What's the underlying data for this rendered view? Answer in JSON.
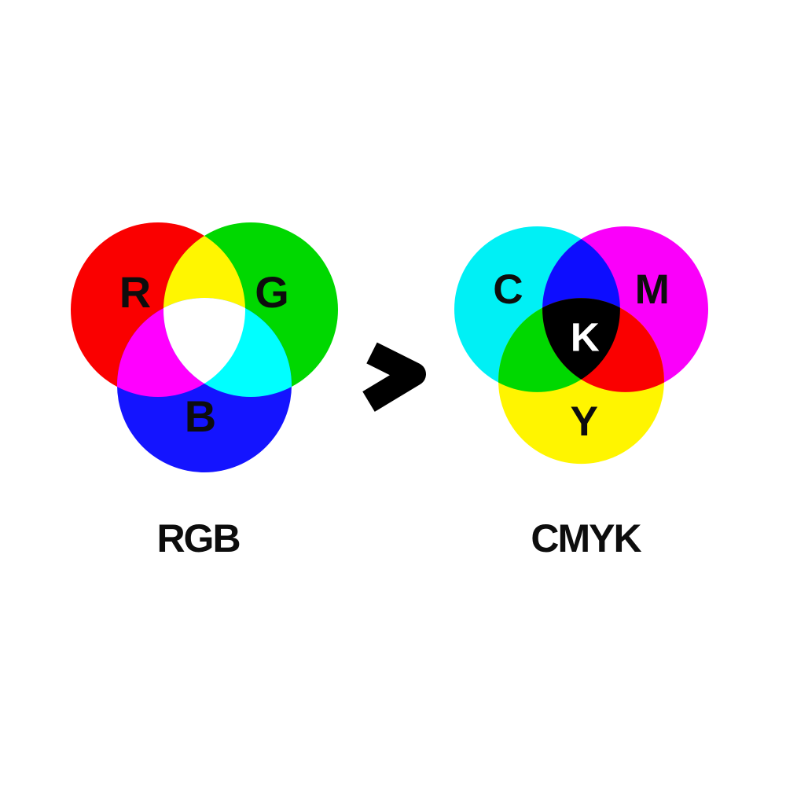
{
  "page": {
    "background_color": "#FFFFFF"
  },
  "comparison_operator": {
    "symbol": ">",
    "color": "#000000"
  },
  "rgb": {
    "label": "RGB",
    "letter_color": "#0D0D0D",
    "circles": [
      {
        "name": "red",
        "letter": "R",
        "color": "#FA0000"
      },
      {
        "name": "green",
        "letter": "G",
        "color": "#00D800"
      },
      {
        "name": "blue",
        "letter": "B",
        "color": "#1414FF"
      }
    ],
    "overlaps": [
      {
        "name": "red-green",
        "color": "#FFF600"
      },
      {
        "name": "red-blue",
        "color": "#FF00FF"
      },
      {
        "name": "green-blue",
        "color": "#00FFFF"
      },
      {
        "name": "red-green-blue",
        "color": "#FFFFFF"
      }
    ]
  },
  "cmyk": {
    "label": "CMYK",
    "letter_color": "#0D0D0D",
    "circles": [
      {
        "name": "cyan",
        "letter": "C",
        "color": "#00F0F5"
      },
      {
        "name": "magenta",
        "letter": "M",
        "color": "#FA00FA"
      },
      {
        "name": "yellow",
        "letter": "Y",
        "color": "#FFF500"
      }
    ],
    "overlaps": [
      {
        "name": "cyan-magenta",
        "color": "#0D0DFF"
      },
      {
        "name": "cyan-yellow",
        "color": "#00D800"
      },
      {
        "name": "magenta-yellow",
        "color": "#FA0000"
      },
      {
        "name": "cyan-magenta-yellow",
        "letter": "K",
        "color": "#000000",
        "letter_color": "#FFFFFF"
      }
    ]
  }
}
